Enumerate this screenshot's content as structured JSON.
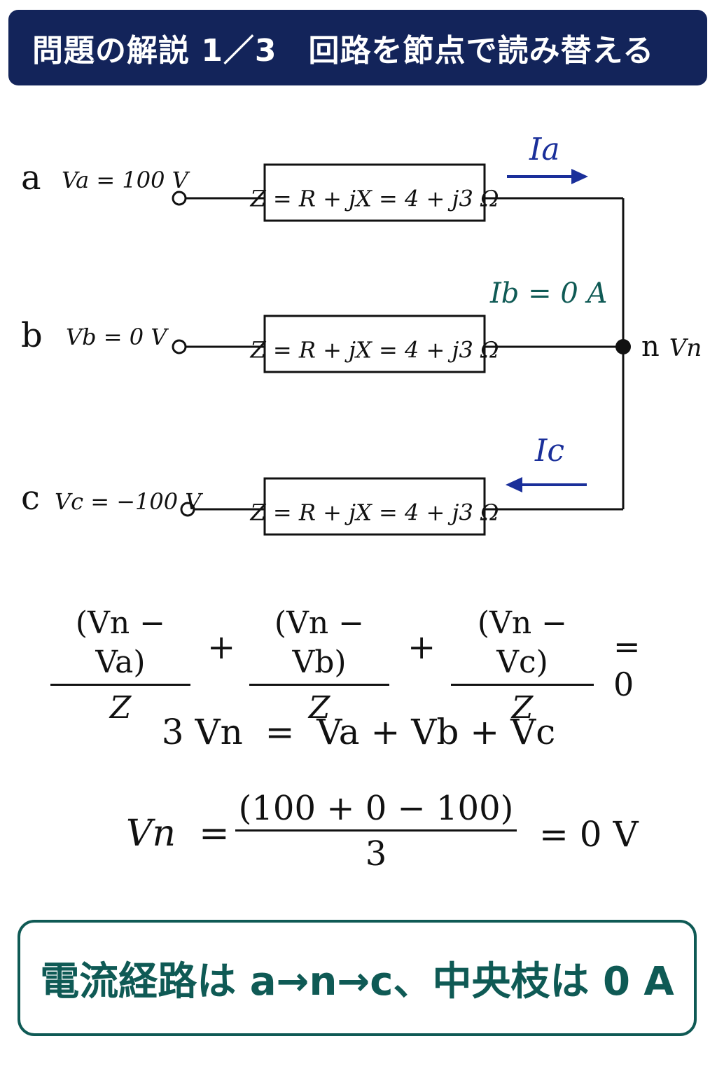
{
  "header": {
    "title": "問題の解説 1／3　回路を節点で読み替える"
  },
  "circuit": {
    "branches": [
      {
        "letter": "a",
        "voltage": "Va = 100 V",
        "impedance": "Z = R + jX = 4 + j3 Ω"
      },
      {
        "letter": "b",
        "voltage": "Vb = 0 V",
        "impedance": "Z = R + jX = 4 + j3 Ω"
      },
      {
        "letter": "c",
        "voltage": "Vc = −100 V",
        "impedance": "Z = R + jX = 4 + j3 Ω"
      }
    ],
    "currents": {
      "ia": "Ia",
      "ib": "Ib = 0 A",
      "ic": "Ic"
    },
    "node": {
      "letter": "n",
      "voltage": "Vn"
    }
  },
  "equations": {
    "eq1_terms": [
      "(Vn − Va)",
      "(Vn − Vb)",
      "(Vn − Vc)"
    ],
    "eq1_den": "Z",
    "eq1_plus": "+",
    "eq1_rhs": "= 0",
    "eq2": "3 Vn  =  Va + Vb + Vc",
    "eq3_lhs": "Vn  =",
    "eq3_num": "(100 + 0 − 100)",
    "eq3_den": "3",
    "eq3_rhs": "= 0 V"
  },
  "conclusion": {
    "text": "電流経路は a→n→c、中央枝は 0 A"
  },
  "colors": {
    "header_bg": "#13245a",
    "current_blue": "#1a2f9a",
    "accent_teal": "#0f5a55"
  }
}
